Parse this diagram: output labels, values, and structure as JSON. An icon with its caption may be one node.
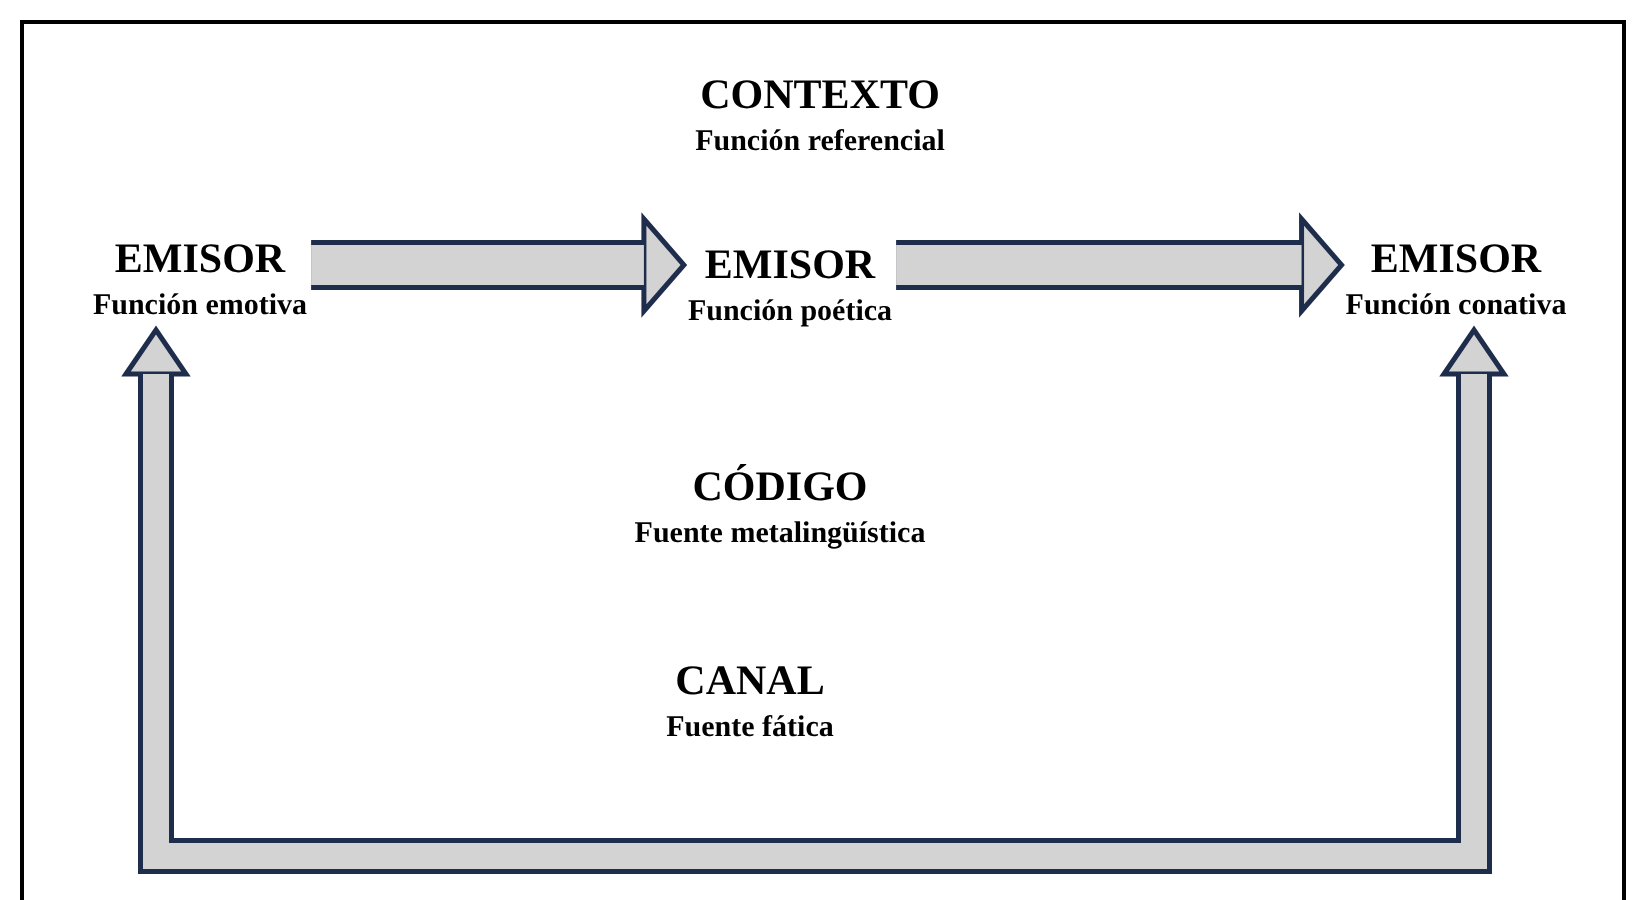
{
  "diagram": {
    "nodes": [
      {
        "text": [
          "EMISOR",
          "Función emotiva"
        ]
      },
      {
        "text": [
          "CONTEXTO",
          "Función referencial"
        ]
      },
      {
        "text": [
          "EMISOR",
          "Función poética"
        ]
      },
      {
        "text": [
          "EMISOR",
          "Función conativa"
        ]
      },
      {
        "text": [
          "CÓDIGO",
          "Fuente metalingüística"
        ]
      },
      {
        "text": [
          "CANAL",
          "Fuente fática"
        ]
      }
    ],
    "edges": [
      {
        "from": 0,
        "to": 2,
        "arrow": "to"
      },
      {
        "from": 2,
        "to": 3,
        "arrow": "to"
      },
      {
        "from": 0,
        "to": 3,
        "arrow": "both"
      }
    ]
  }
}
